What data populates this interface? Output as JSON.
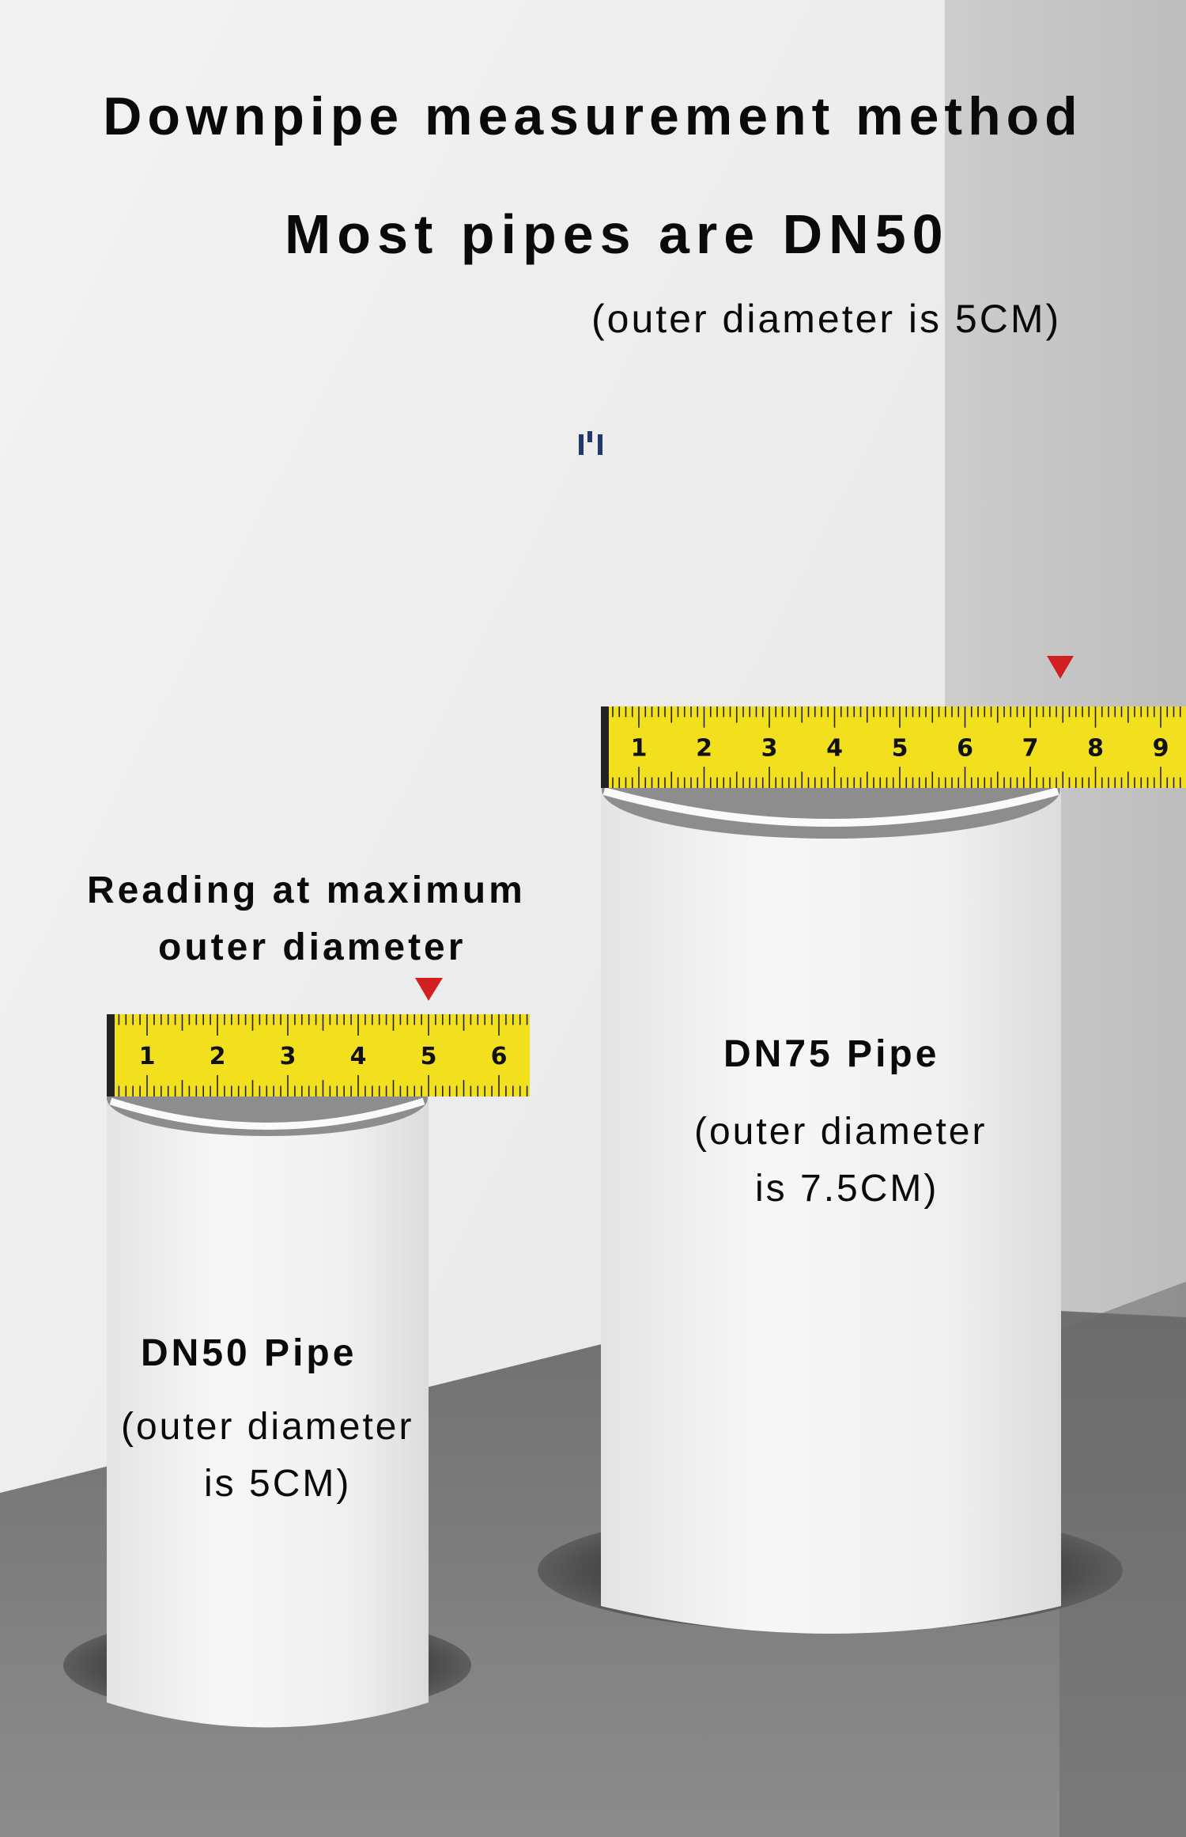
{
  "title": "Downpipe measurement method",
  "subtitle": "Most pipes are DN50",
  "subtitle_note": "(outer diameter is 5CM)",
  "reading_label": {
    "line1": "Reading at maximum",
    "line2": "outer diameter"
  },
  "pipes": [
    {
      "name": "DN50 Pipe",
      "note_line1": "(outer diameter",
      "note_line2": "is 5CM)",
      "ruler_numbers": [
        "1",
        "2",
        "3",
        "4",
        "5",
        "6"
      ],
      "reading_cm": 5
    },
    {
      "name": "DN75 Pipe",
      "note_line1": "(outer diameter",
      "note_line2": "is 7.5CM)",
      "ruler_numbers": [
        "1",
        "2",
        "3",
        "4",
        "5",
        "6",
        "7",
        "8",
        "9"
      ],
      "reading_cm": 7.5
    }
  ],
  "colors": {
    "tape": "#f2df1e",
    "marker": "#d21f1f",
    "pipe": "#f1f1f1",
    "floor": "#7a7a7a"
  }
}
